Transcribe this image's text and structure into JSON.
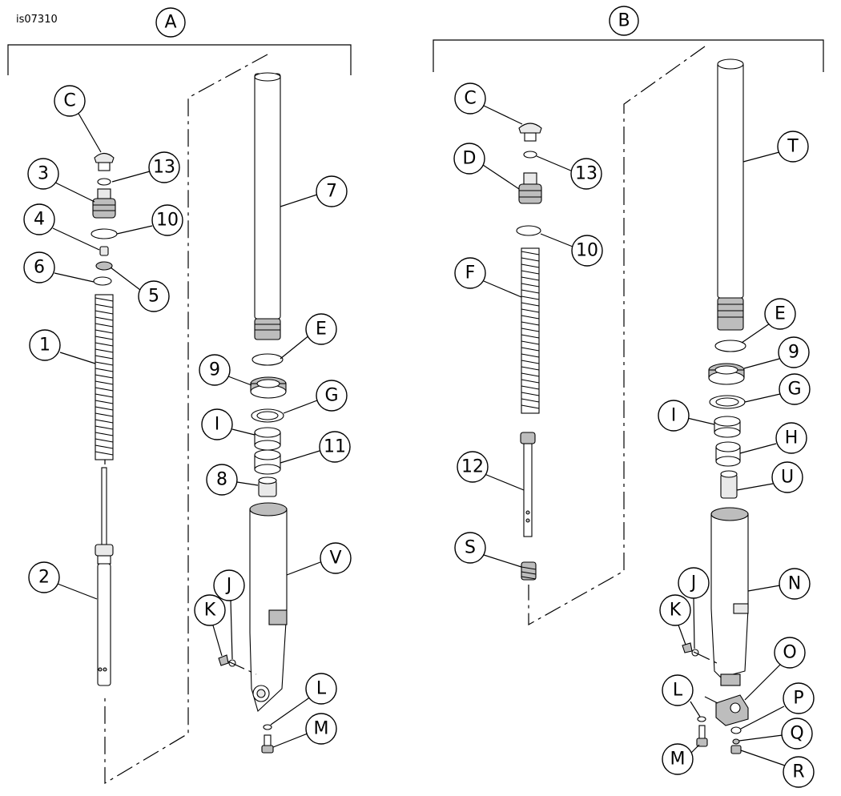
{
  "image_id": "is07310",
  "panel_a": {
    "title": "A",
    "callouts": [
      "C",
      "13",
      "3",
      "10",
      "4",
      "6",
      "5",
      "1",
      "2",
      "7",
      "E",
      "9",
      "G",
      "I",
      "11",
      "8",
      "V",
      "J",
      "K",
      "L",
      "M"
    ]
  },
  "panel_b": {
    "title": "B",
    "callouts": [
      "C",
      "13",
      "D",
      "10",
      "F",
      "12",
      "S",
      "T",
      "E",
      "9",
      "G",
      "I",
      "H",
      "U",
      "N",
      "J",
      "K",
      "O",
      "L",
      "P",
      "Q",
      "M",
      "R"
    ]
  }
}
